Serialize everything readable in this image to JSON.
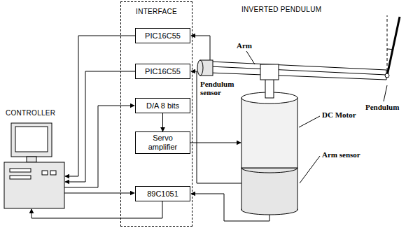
{
  "diagram": {
    "nodes": [
      {
        "text": [
          "INTERFACE"
        ]
      },
      {
        "text": [
          "PIC16C55"
        ],
        "in": 0
      },
      {
        "text": [
          "PIC16C55"
        ],
        "in": 0
      },
      {
        "text": [
          "D/A 8 bits"
        ],
        "in": 0
      },
      {
        "text": [
          "Servo amplifier"
        ],
        "in": 0
      },
      {
        "text": [
          "89C1051"
        ],
        "in": 0
      }
    ],
    "edges": [
      {
        "from": 3,
        "to": 4,
        "arrow": "to"
      }
    ],
    "labels": [
      "CONTROLLER",
      "INVERTED PENDULUM",
      "Arm",
      "Pendulum sensor",
      "Pendulum",
      "DC Motor",
      "Arm sensor"
    ]
  }
}
